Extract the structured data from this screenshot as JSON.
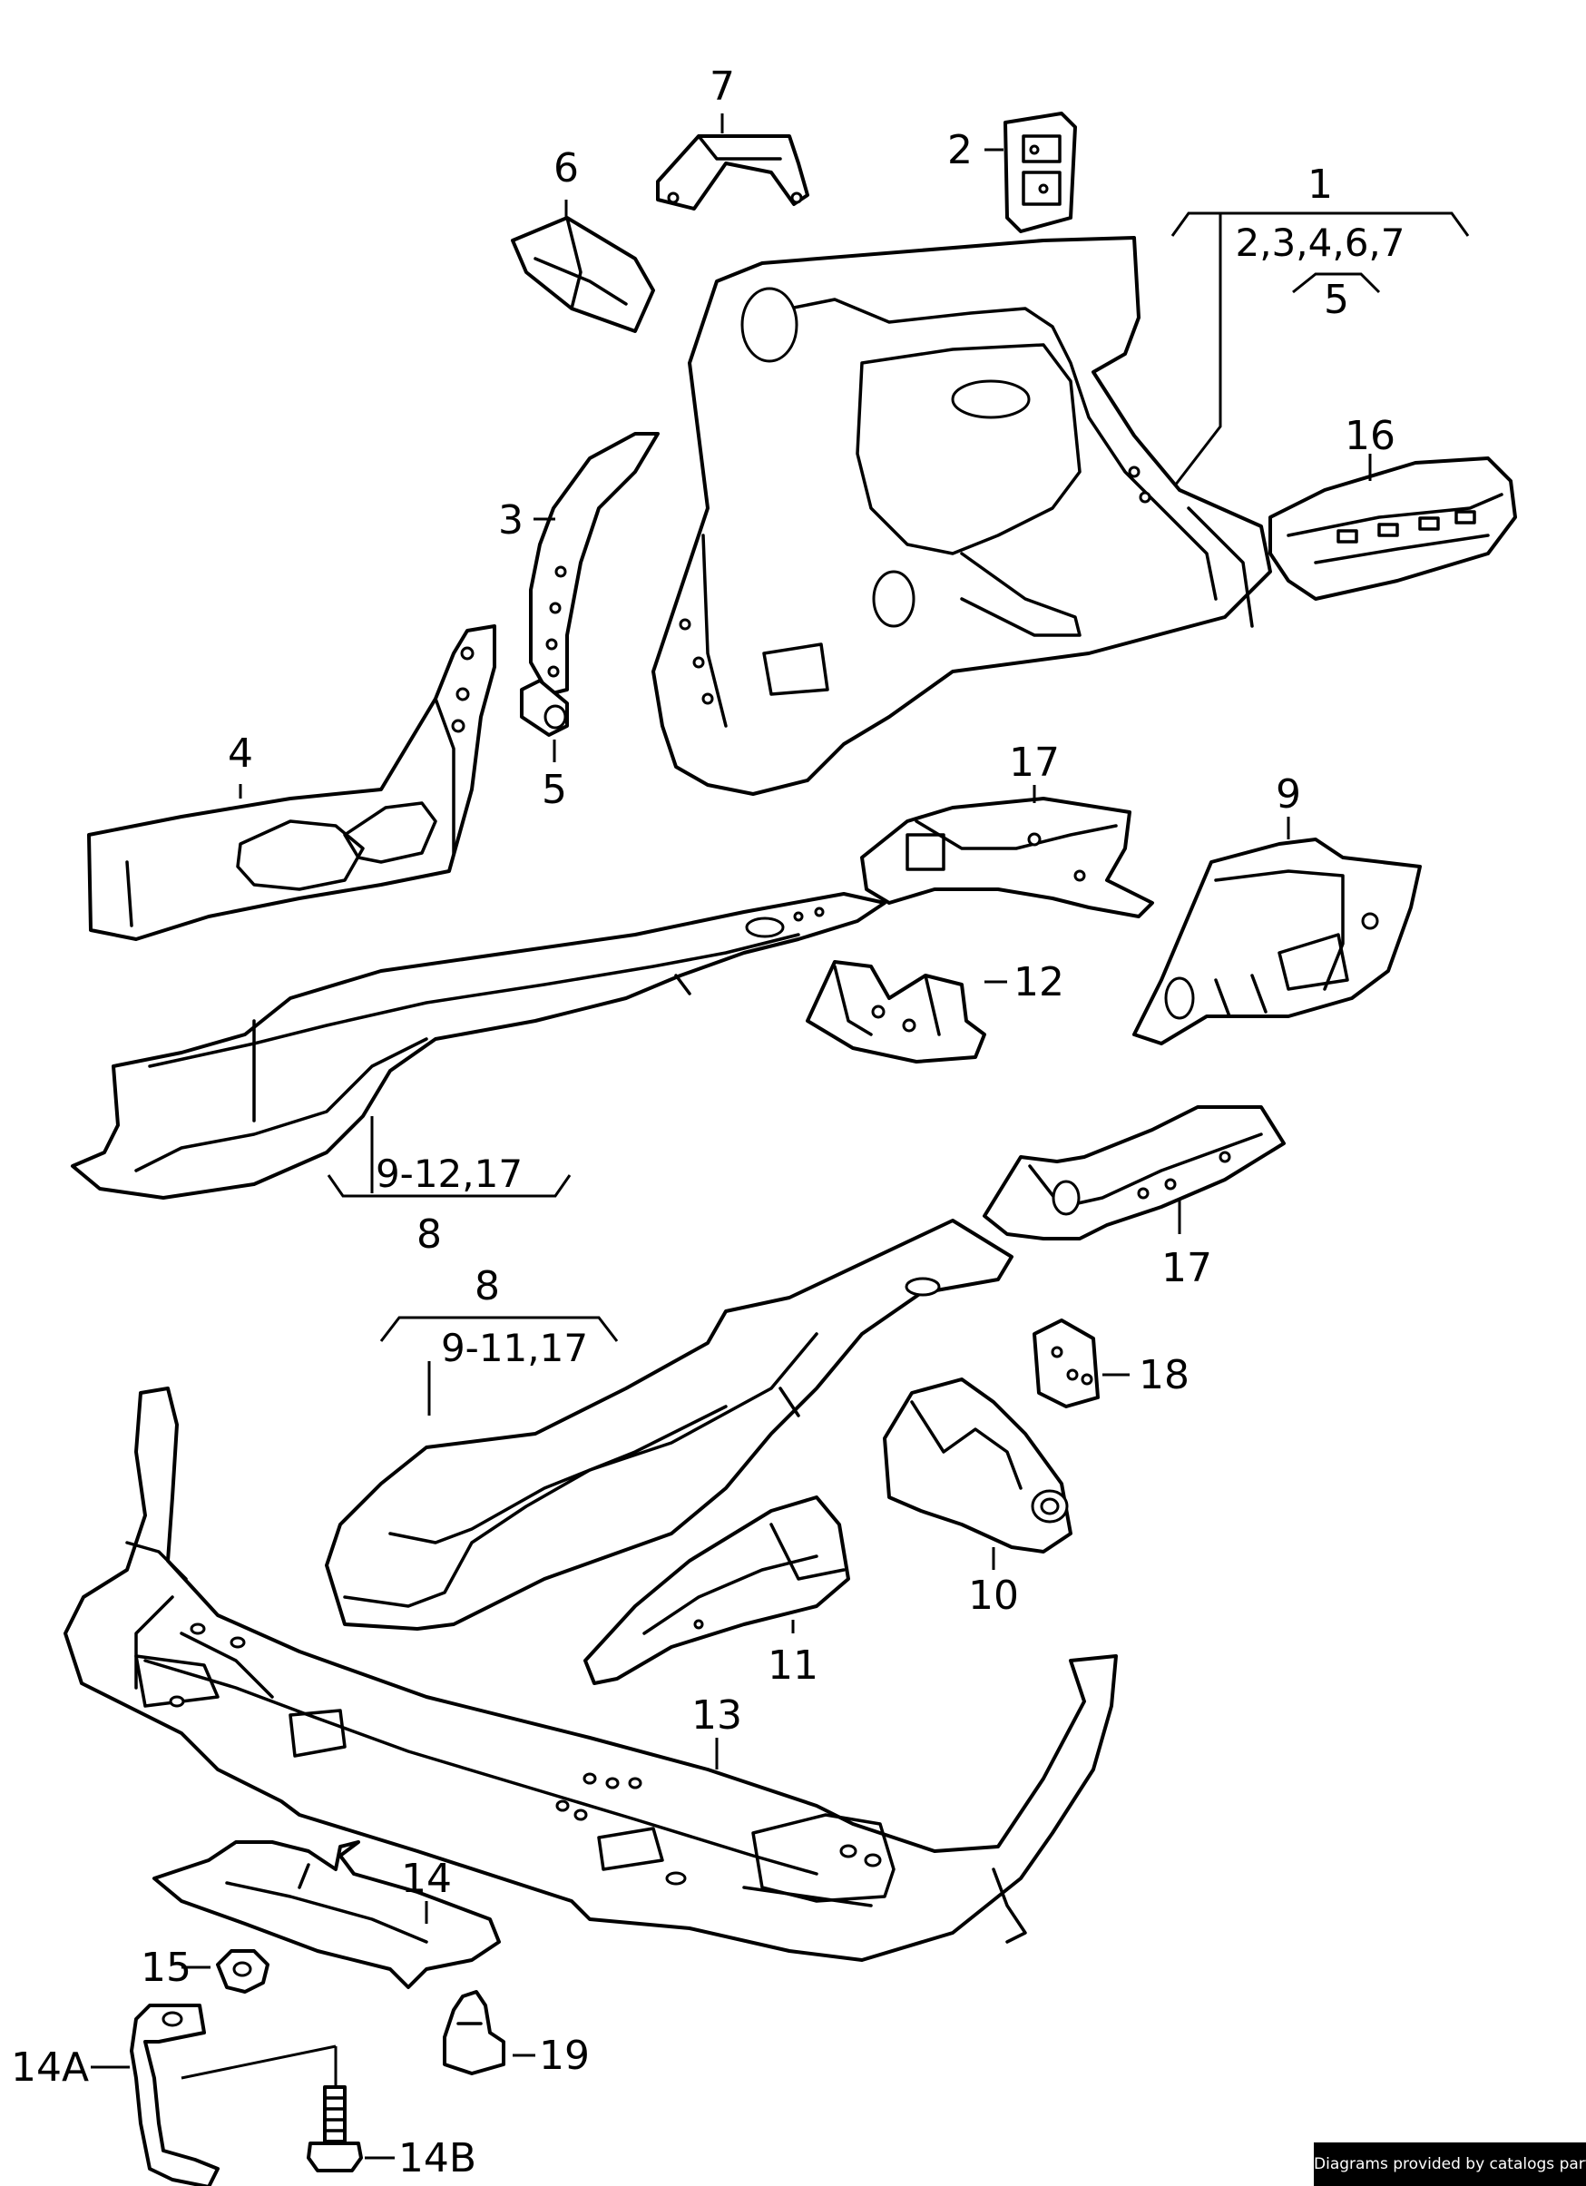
{
  "labels": {
    "l1": "1",
    "l1_group": "2,3,4,6,7",
    "l1_sub": "5",
    "l2": "2",
    "l3": "3",
    "l4": "4",
    "l5": "5",
    "l6": "6",
    "l7": "7",
    "l8a": "8",
    "l8a_group": "9-12,17",
    "l8b": "8",
    "l8b_group": "9-11,17",
    "l9": "9",
    "l10": "10",
    "l11": "11",
    "l12": "12",
    "l13": "13",
    "l14": "14",
    "l14a": "14A",
    "l14b": "14B",
    "l15": "15",
    "l16": "16",
    "l17a": "17",
    "l17b": "17",
    "l18": "18",
    "l19": "19"
  },
  "footer": {
    "credit": "Diagrams provided by catalogs parts"
  }
}
